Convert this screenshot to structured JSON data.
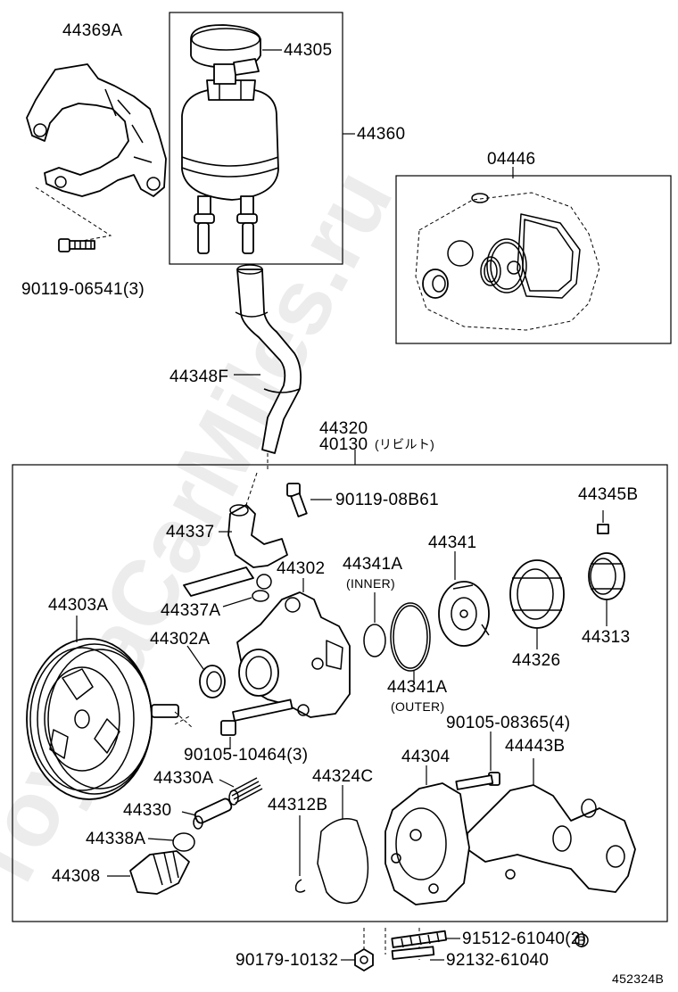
{
  "watermark": "ToyotaCarMiles.ru",
  "figure_id": "452324B",
  "labels": {
    "p44369A": "44369A",
    "p44305": "44305",
    "p44360": "44360",
    "p04446": "04446",
    "p90119_06541": "90119-06541(3)",
    "p44348F": "44348F",
    "p44320": "44320",
    "p40130": "40130",
    "p40130_note": "(リビルト)",
    "p90119_08B61": "90119-08B61",
    "p44345B": "44345B",
    "p44337": "44337",
    "p44302": "44302",
    "p44341A_inner": "44341A",
    "inner_note": "(INNER)",
    "p44341": "44341",
    "p44337A": "44337A",
    "p44303A": "44303A",
    "p44302A": "44302A",
    "p44313": "44313",
    "p44326": "44326",
    "p44341A_outer": "44341A",
    "outer_note": "(OUTER)",
    "p90105_08365": "90105-08365(4)",
    "p90105_10464": "90105-10464(3)",
    "p44304": "44304",
    "p44443B": "44443B",
    "p44330A": "44330A",
    "p44324C": "44324C",
    "p44330": "44330",
    "p44312B": "44312B",
    "p44338A": "44338A",
    "p44308": "44308",
    "p91512_61040": "91512-61040(2)",
    "circle_b": "B",
    "p90179_10132": "90179-10132",
    "p92132_61040": "92132-61040"
  }
}
